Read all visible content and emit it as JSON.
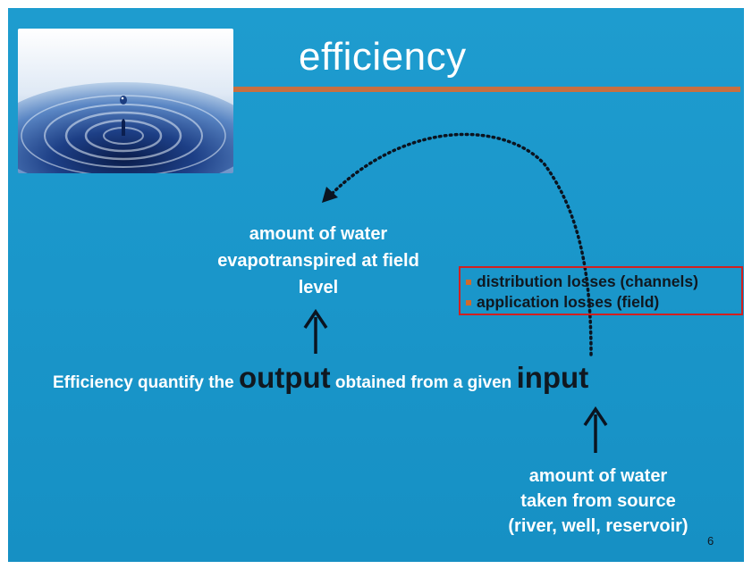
{
  "slide": {
    "title": "efficiency",
    "output_label": [
      "amount of water",
      "evapotranspired at field",
      "level"
    ],
    "source_label": [
      "amount of water",
      "taken from source",
      "(river, well, reservoir)"
    ],
    "statement": {
      "part1": "Efficiency quantify the ",
      "output_word": "output",
      "part2": " obtained from a given ",
      "input_word": "input"
    },
    "losses": [
      "distribution losses (channels)",
      "application losses (field)"
    ],
    "page_number": "6"
  },
  "colors": {
    "background": "#1a96ca",
    "title_rule": "#c86f40",
    "losses_border": "#d22020",
    "bullet": "#d26a2a",
    "dark_text": "#101820"
  },
  "icons": {
    "photo": "water-drop-ripple-photo",
    "arrows": [
      "up-arrow-icon",
      "up-arrow-icon",
      "dotted-curved-arrow"
    ]
  }
}
